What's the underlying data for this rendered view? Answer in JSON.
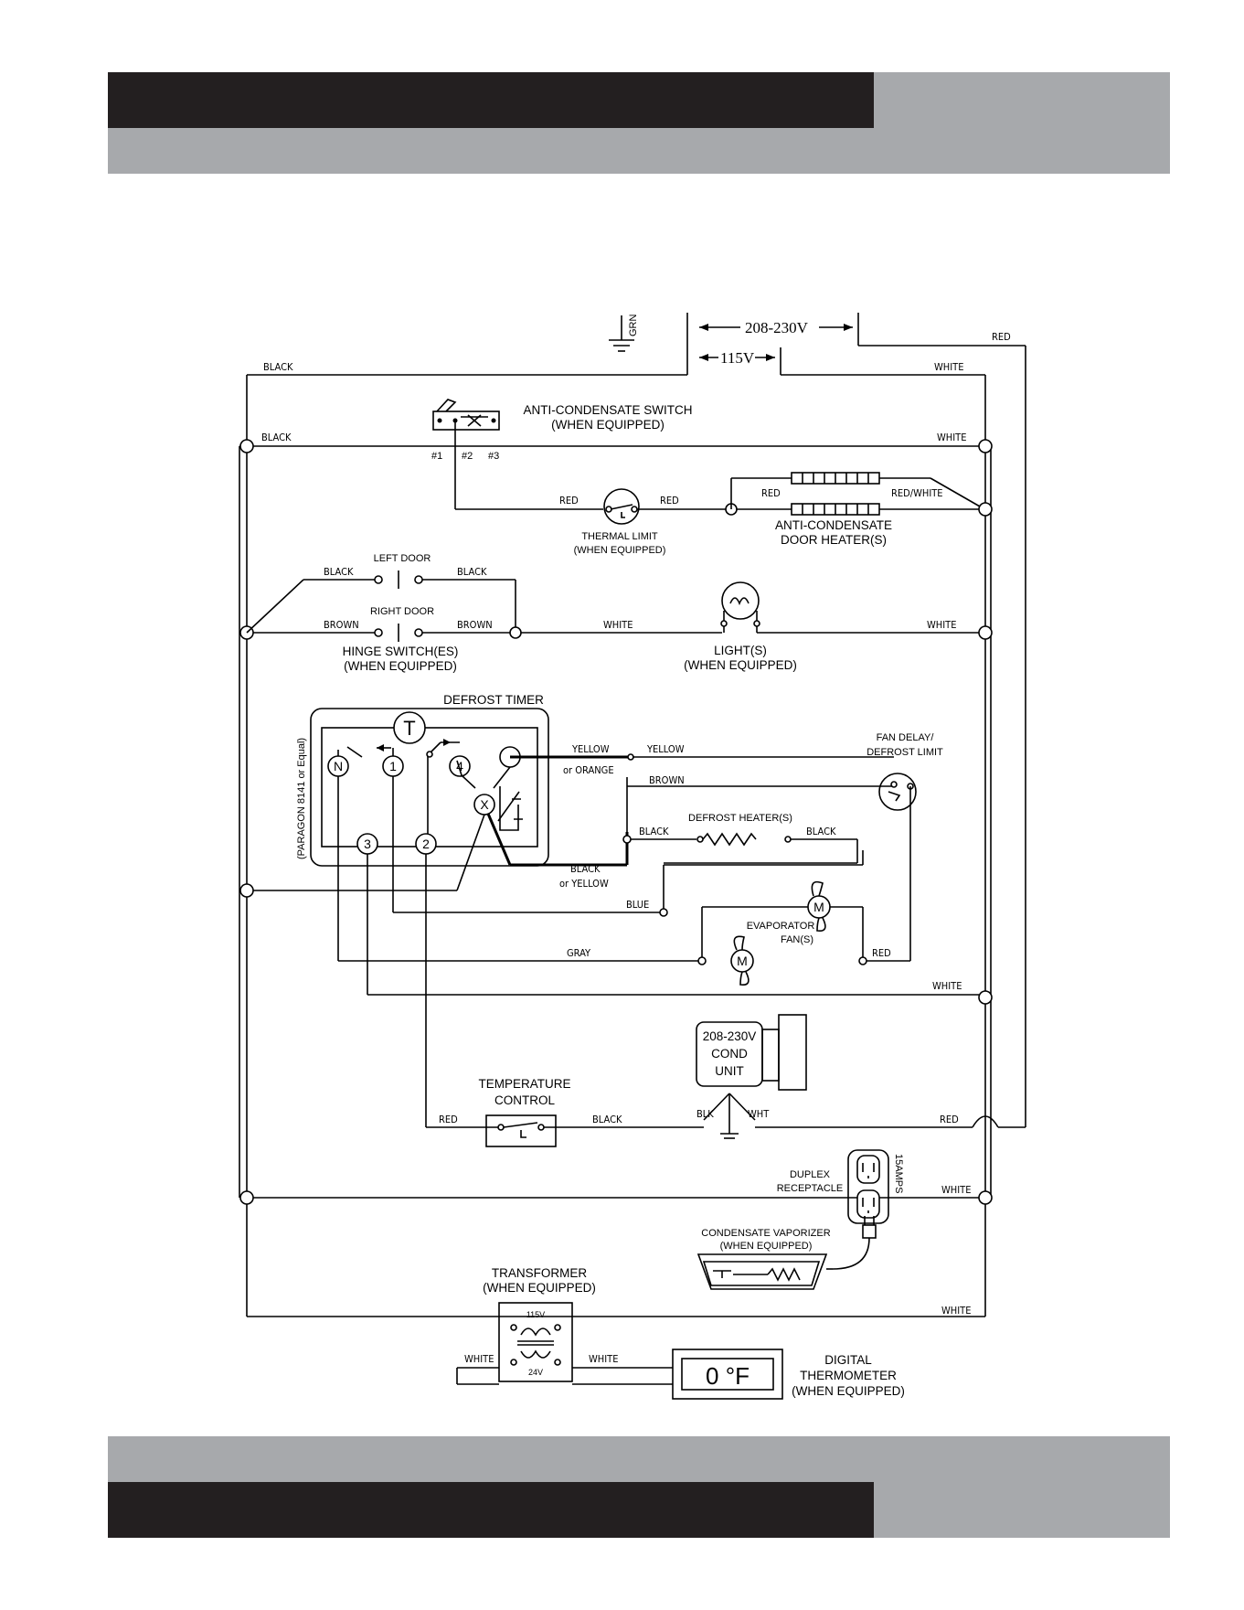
{
  "colors": {
    "dark_band": "#231f20",
    "gray_band": "#a7a9ac",
    "line": "#000000"
  },
  "supply": {
    "ground": "GRN",
    "v208": "208-230V",
    "v115": "115V"
  },
  "wires": {
    "black": "BLACK",
    "white": "WHITE",
    "red": "RED",
    "red_white": "RED/WHITE",
    "brown": "BROWN",
    "yellow": "YELLOW",
    "or_orange": "or ORANGE",
    "or_yellow": "or YELLOW",
    "blue": "BLUE",
    "gray": "GRAY",
    "blk": "BLK",
    "wht": "WHT"
  },
  "components": {
    "ac_switch": {
      "line1": "ANTI-CONDENSATE SWITCH",
      "line2": "(WHEN EQUIPPED)",
      "t1": "#1",
      "t2": "#2",
      "t3": "#3"
    },
    "thermal_limit": {
      "line1": "THERMAL LIMIT",
      "line2": "(WHEN EQUIPPED)"
    },
    "door_heater": {
      "line1": "ANTI-CONDENSATE",
      "line2": "DOOR HEATER(S)"
    },
    "left_door": "LEFT DOOR",
    "right_door": "RIGHT DOOR",
    "hinge": {
      "line1": "HINGE SWITCH(ES)",
      "line2": "(WHEN EQUIPPED)"
    },
    "light": {
      "line1": "LIGHT(S)",
      "line2": "(WHEN EQUIPPED)"
    },
    "defrost_timer": {
      "title": "DEFROST TIMER",
      "side": "(PARAGON 8141 or Equal)",
      "t": "T",
      "n": "N",
      "one": "1",
      "four": "4",
      "x": "X",
      "three": "3",
      "two": "2"
    },
    "fan_delay": {
      "line1": "FAN DELAY/",
      "line2": "DEFROST LIMIT"
    },
    "defrost_heater": "DEFROST HEATER(S)",
    "evap_fan": {
      "line1": "EVAPORATOR",
      "line2": "FAN(S)",
      "motor": "M"
    },
    "cond_unit": {
      "line1": "208-230V",
      "line2": "COND",
      "line3": "UNIT"
    },
    "temp_control": {
      "line1": "TEMPERATURE",
      "line2": "CONTROL"
    },
    "duplex": {
      "line1": "DUPLEX",
      "line2": "RECEPTACLE",
      "rating": "15AMPS"
    },
    "vaporizer": {
      "line1": "CONDENSATE VAPORIZER",
      "line2": "(WHEN EQUIPPED)"
    },
    "transformer": {
      "line1": "TRANSFORMER",
      "line2": "(WHEN EQUIPPED)",
      "primary": "115V",
      "secondary": "24V"
    },
    "thermometer": {
      "line1": "DIGITAL",
      "line2": "THERMOMETER",
      "line3": "(WHEN EQUIPPED)",
      "display": "0 °F"
    }
  }
}
